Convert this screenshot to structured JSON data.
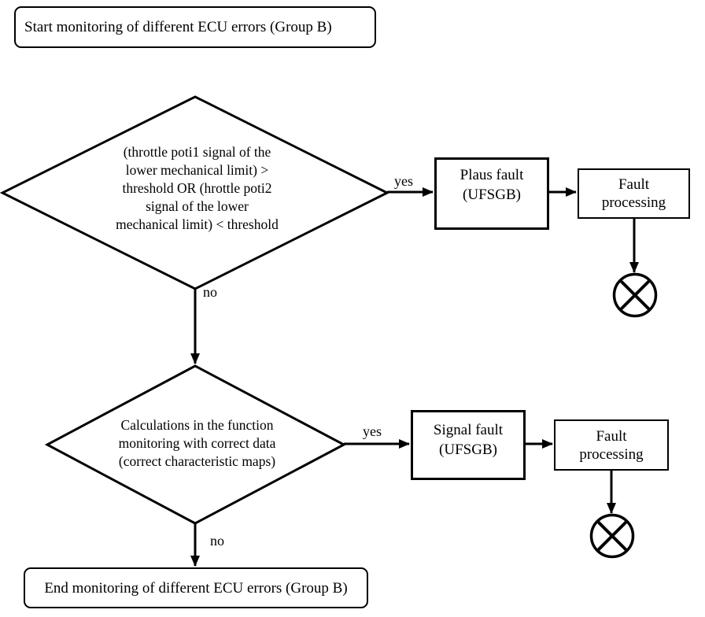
{
  "colors": {
    "stroke": "#000000",
    "background": "#ffffff"
  },
  "nodes": {
    "start": {
      "label": "Start monitoring of different ECU errors (Group B)"
    },
    "decision1": {
      "line1": "(throttle poti1 signal of the",
      "line2": "lower mechanical limit) >",
      "line3": "threshold OR (hrottle poti2",
      "line4": "signal of the lower",
      "line5": "mechanical limit) < threshold"
    },
    "plaus_fault": {
      "line1": "Plaus fault",
      "line2": "(UFSGB)"
    },
    "fault_processing_1": {
      "line1": "Fault",
      "line2": "processing"
    },
    "decision2": {
      "line1": "Calculations in the function",
      "line2": "monitoring with correct data",
      "line3": "(correct characteristic maps)"
    },
    "signal_fault": {
      "line1": "Signal fault",
      "line2": "(UFSGB)"
    },
    "fault_processing_2": {
      "line1": "Fault",
      "line2": "processing"
    },
    "end": {
      "label": "End monitoring of different ECU errors (Group B)"
    }
  },
  "edge_labels": {
    "decision1_yes": "yes",
    "decision1_no": "no",
    "decision2_yes": "yes",
    "decision2_no": "no"
  }
}
